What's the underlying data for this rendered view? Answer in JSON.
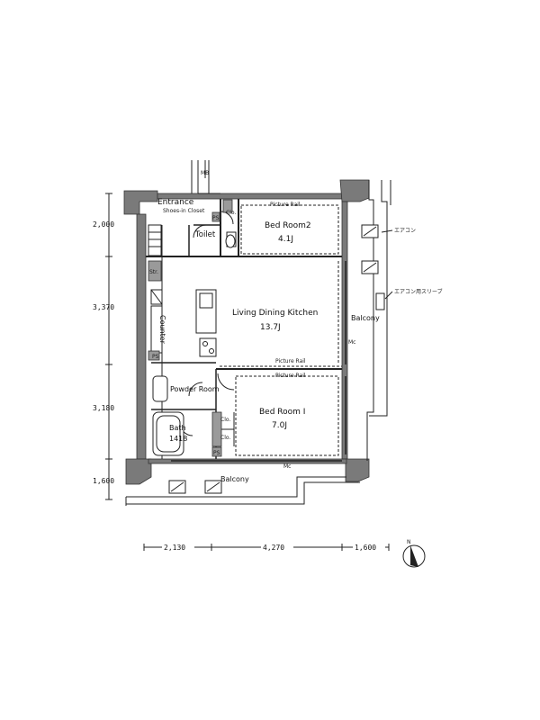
{
  "rooms": {
    "entrance": "Entrance",
    "shoe_closet": "Shoes-in Closet",
    "toilet": "Toilet",
    "bedroom2": "Bed Room2",
    "bedroom2_size": "4.1J",
    "ldk": "Living Dining Kitchen",
    "ldk_size": "13.7J",
    "bedroom1": "Bed Room I",
    "bedroom1_size": "7.0J",
    "powder": "Powder Room",
    "bath": "Bath",
    "bath_size": "1418",
    "balcony_right": "Balcony",
    "balcony_bottom": "Balcony",
    "counter": "Counter",
    "storage": "Str."
  },
  "fixtures": {
    "picture_rail_1": "Picture Rail",
    "picture_rail_2": "Picture Rail",
    "picture_rail_3": "Picture Rail",
    "clo_1": "Clo.",
    "clo_2": "Clo.",
    "clo_3": "Clo.",
    "ps_1": "PS",
    "ps_2": "PS",
    "ps_3": "PS",
    "mc_1": "Mc",
    "mc_2": "Mc",
    "ac_1": "エアコン",
    "ac_2": "エアコン用スリーブ"
  },
  "dimensions": {
    "left": [
      "2,000",
      "3,370",
      "3,180",
      "1,600"
    ],
    "bottom": [
      "2,130",
      "4,270",
      "1,600"
    ]
  },
  "compass_label": "N"
}
